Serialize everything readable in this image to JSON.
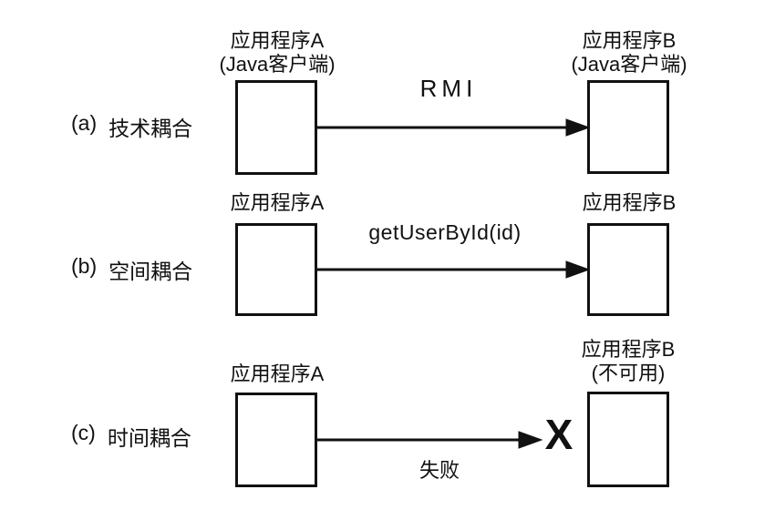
{
  "colors": {
    "ink": "#111111",
    "background": "#ffffff"
  },
  "diagram": {
    "rows": [
      {
        "prefix": "(a)",
        "label": "技术耦合",
        "box_a": {
          "title": "应用程序A",
          "subtitle": "(Java客户端)"
        },
        "box_b": {
          "title": "应用程序B",
          "subtitle": "(Java客户端)"
        },
        "arrow_label": "RMI"
      },
      {
        "prefix": "(b)",
        "label": "空间耦合",
        "box_a": {
          "title": "应用程序A"
        },
        "box_b": {
          "title": "应用程序B"
        },
        "arrow_label": "getUserById(id)"
      },
      {
        "prefix": "(c)",
        "label": "时间耦合",
        "box_a": {
          "title": "应用程序A"
        },
        "box_b": {
          "title": "应用程序B",
          "subtitle": "(不可用)"
        },
        "arrow_label": "失败",
        "failure_mark": "X"
      }
    ]
  }
}
